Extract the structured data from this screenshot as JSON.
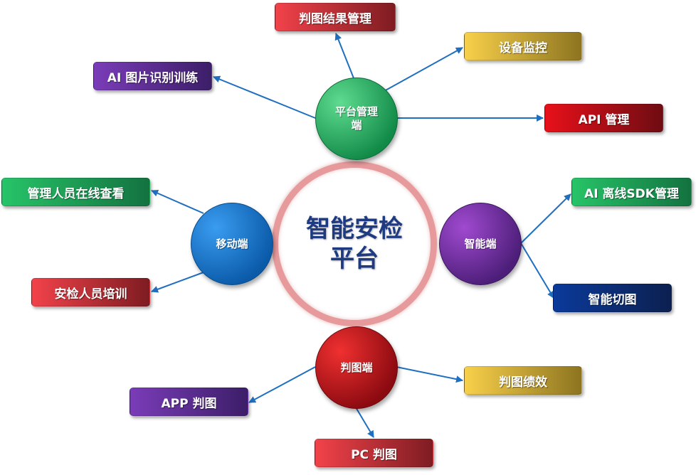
{
  "center": {
    "title": "智能安检平台"
  },
  "hubs": {
    "platform": "平台管理端",
    "mobile": "移动端",
    "smart": "智能端",
    "judge": "判图端"
  },
  "boxes": {
    "judge_result_mgmt": "判图结果管理",
    "device_monitor": "设备监控",
    "ai_image_training": "AI 图片识别训练",
    "api_mgmt": "API 管理",
    "manager_online_view": "管理人员在线查看",
    "ai_offline_sdk": "AI 离线SDK管理",
    "inspector_training": "安检人员培训",
    "smart_cut": "智能切图",
    "judge_performance": "判图绩效",
    "app_judge": "APP 判图",
    "pc_judge": "PC 判图"
  },
  "colors": {
    "arrow": "#1f6fc0",
    "ring": "#e79a9c",
    "center_text": "#1e3a80"
  }
}
